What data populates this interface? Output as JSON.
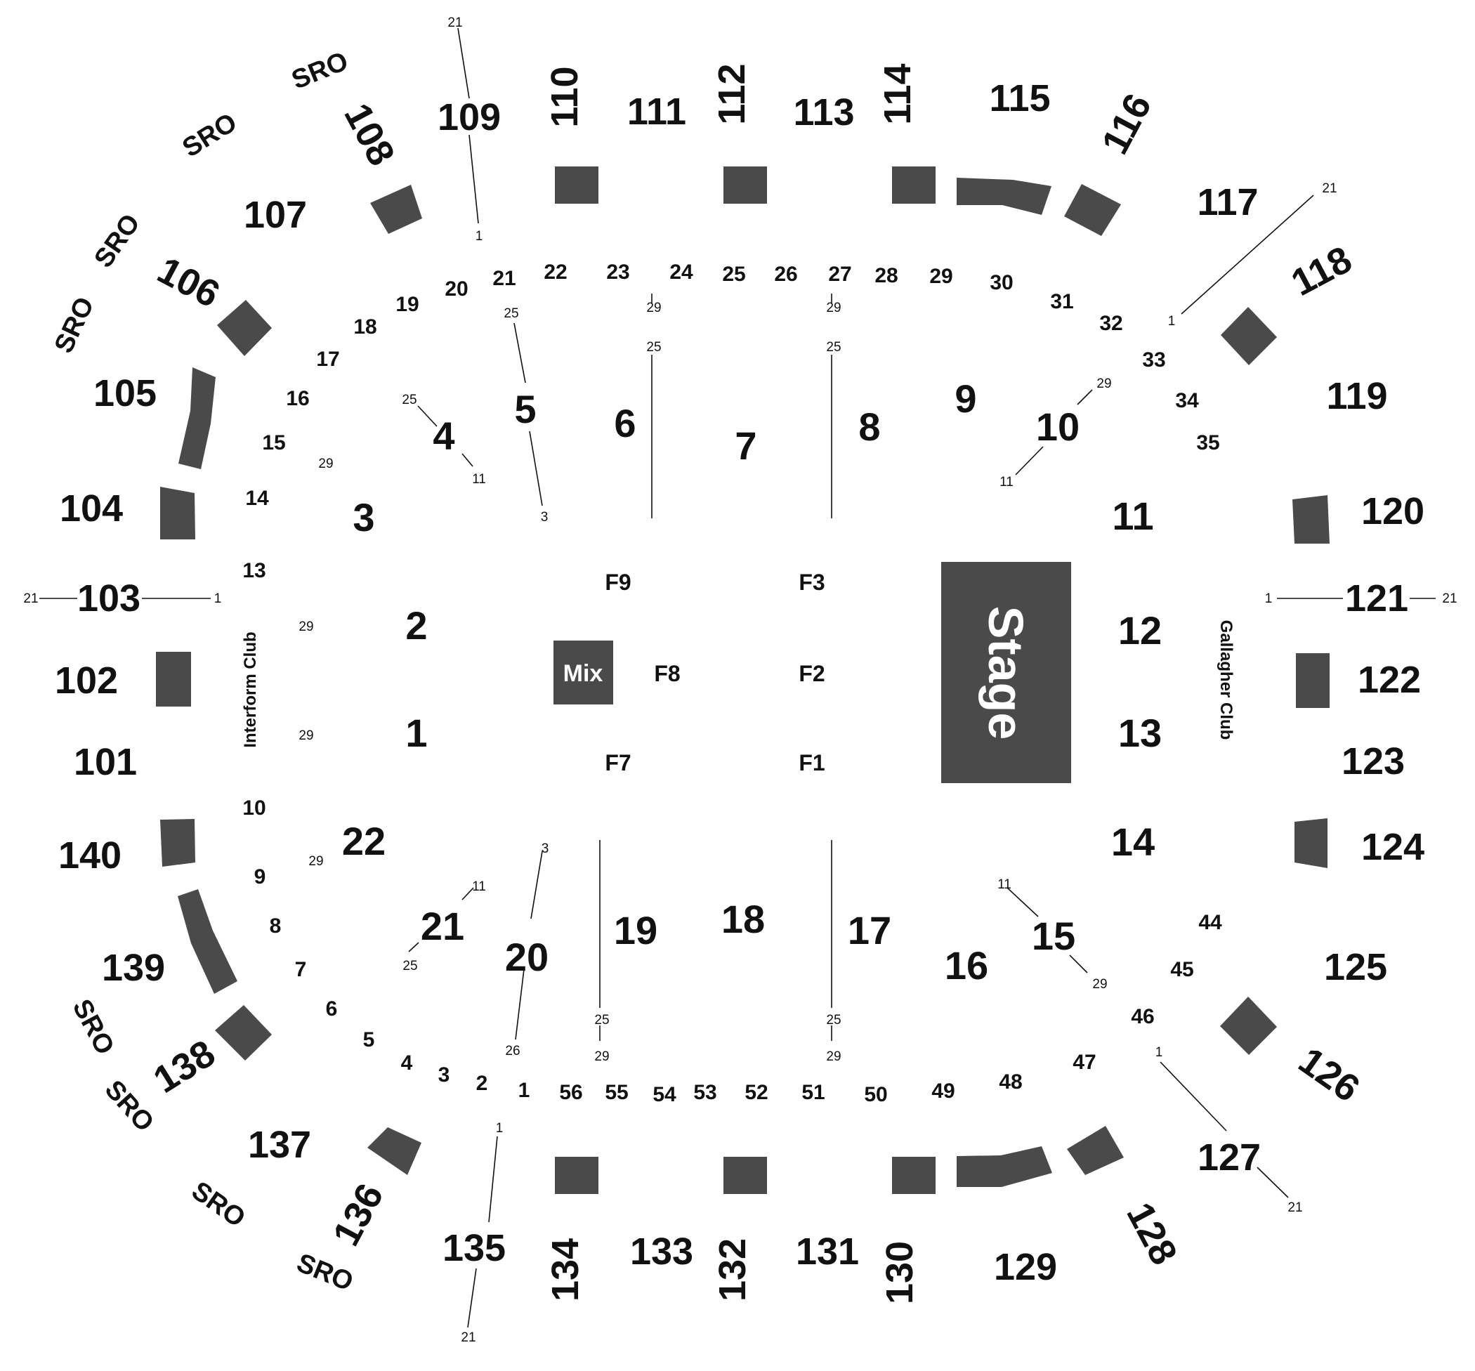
{
  "stage_label": "Stage",
  "mix_label": "Mix",
  "club_left": "Interform Club",
  "club_right": "Gallagher Club",
  "sro_label": "SRO",
  "colors": {
    "block": "#4a4a4a",
    "text": "#111111",
    "background": "#ffffff"
  },
  "upper_sections": [
    "101",
    "102",
    "103",
    "104",
    "105",
    "106",
    "107",
    "108",
    "109",
    "110",
    "111",
    "112",
    "113",
    "114",
    "115",
    "116",
    "117",
    "118",
    "119",
    "120",
    "121",
    "122",
    "123",
    "124",
    "125",
    "126",
    "127",
    "128",
    "129",
    "130",
    "131",
    "132",
    "133",
    "134",
    "135",
    "136",
    "137",
    "138",
    "139",
    "140"
  ],
  "floor_sections": [
    "1",
    "2",
    "3",
    "4",
    "5",
    "6",
    "7",
    "8",
    "9",
    "10",
    "11",
    "12",
    "13",
    "14",
    "15",
    "16",
    "17",
    "18",
    "19",
    "20",
    "21",
    "22"
  ],
  "floor_positions": [
    "F1",
    "F2",
    "F3",
    "F7",
    "F8",
    "F9"
  ],
  "row_numbers_top": [
    "13",
    "14",
    "15",
    "16",
    "17",
    "18",
    "19",
    "20",
    "21",
    "22",
    "23",
    "24",
    "25",
    "26",
    "27",
    "28",
    "29",
    "30",
    "31",
    "32",
    "33",
    "34",
    "35"
  ],
  "row_numbers_bottom": [
    "10",
    "9",
    "8",
    "7",
    "6",
    "5",
    "4",
    "3",
    "2",
    "1",
    "56",
    "55",
    "54",
    "53",
    "52",
    "51",
    "50",
    "49",
    "48",
    "47",
    "46",
    "45",
    "44"
  ],
  "seat_markers": [
    "21",
    "1",
    "25",
    "29",
    "11",
    "3",
    "26"
  ]
}
